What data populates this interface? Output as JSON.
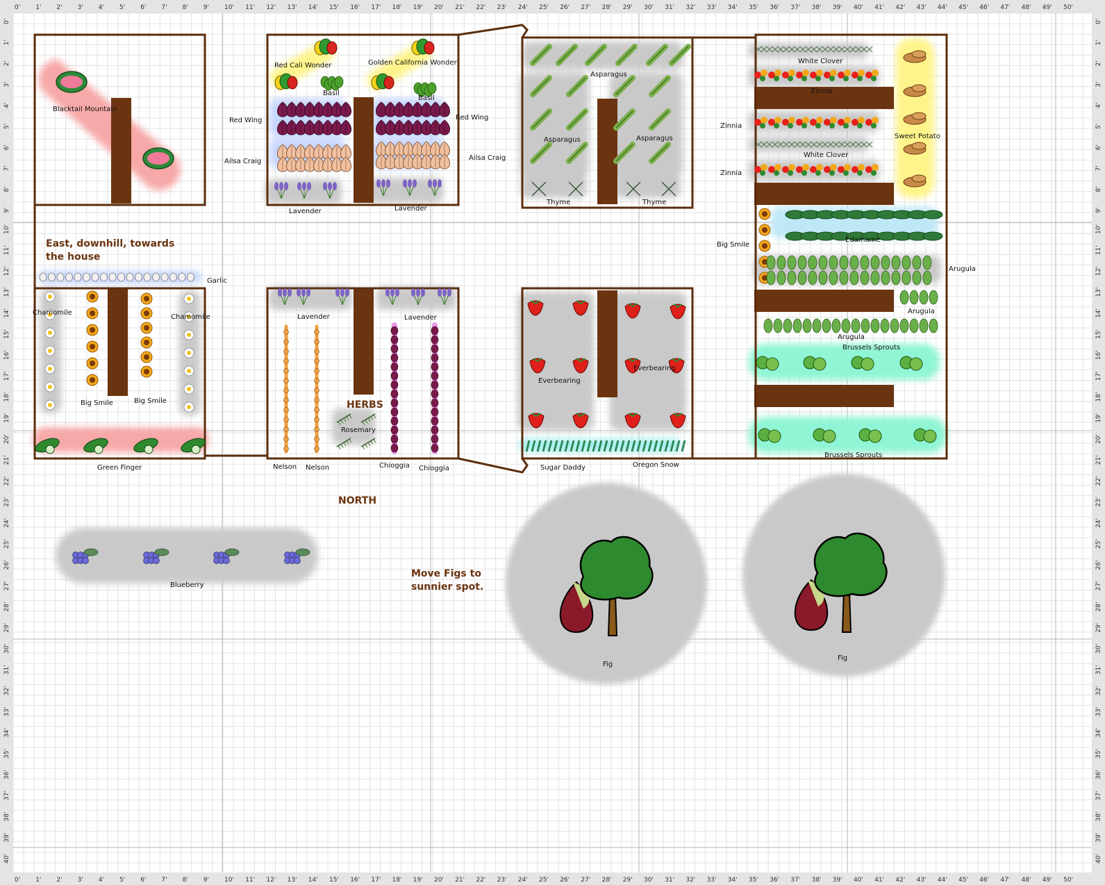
{
  "ruler": {
    "columns": [
      "0'",
      "1'",
      "2'",
      "3'",
      "4'",
      "5'",
      "6'",
      "7'",
      "8'",
      "9'",
      "10'",
      "11'",
      "12'",
      "13'",
      "14'",
      "15'",
      "16'",
      "17'",
      "18'",
      "19'",
      "20'",
      "21'",
      "22'",
      "23'",
      "24'",
      "25'",
      "26'",
      "27'",
      "28'",
      "29'",
      "30'",
      "31'",
      "32'",
      "33'",
      "34'",
      "35'",
      "36'",
      "37'",
      "38'",
      "39'",
      "40'",
      "41'",
      "42'",
      "43'",
      "44'",
      "45'",
      "46'",
      "47'",
      "48'",
      "49'",
      "50'"
    ],
    "rows": [
      "0'",
      "1'",
      "2'",
      "3'",
      "4'",
      "5'",
      "6'",
      "7'",
      "8'",
      "9'",
      "10'",
      "11'",
      "12'",
      "13'",
      "14'",
      "15'",
      "16'",
      "17'",
      "18'",
      "19'",
      "20'",
      "21'",
      "22'",
      "23'",
      "24'",
      "25'",
      "26'",
      "27'",
      "28'",
      "29'",
      "30'",
      "31'",
      "32'",
      "33'",
      "34'",
      "35'",
      "36'",
      "37'",
      "38'",
      "39'",
      "40'"
    ]
  },
  "notes": {
    "east_line1": "East, downhill, towards",
    "east_line2": "the house",
    "herbs": "HERBS",
    "north": "NORTH",
    "move_line1": "Move Figs to",
    "move_line2": "sunnier spot."
  },
  "plants": {
    "blacktail": "Blacktail Mountain",
    "red_cali": "Red Cali Wonder",
    "golden_cal": "Golden California Wonder",
    "basil": "Basil",
    "red_wing": "Red Wing",
    "ailsa": "Ailsa Craig",
    "ailsa_alt": "Ailsa Craig",
    "lavender": "Lavender",
    "garlic": "Garlic",
    "chamomile": "Chamomile",
    "big_smile": "Big Smile",
    "green_finger": "Green Finger",
    "rosemary": "Rosemary",
    "nelson": "Nelson",
    "chioggia": "Chioggia",
    "asparagus": "Asparagus",
    "thyme": "Thyme",
    "everbearing": "Everbearing",
    "sugar_daddy": "Sugar Daddy",
    "oregon_snow": "Oregon Snow",
    "white_clover": "White Clover",
    "zinnia": "Zinnia",
    "sweet_potato": "Sweet Potato",
    "edamame": "Edamame",
    "arugula": "Arugula",
    "brussels": "Brussels Sprouts",
    "blueberry": "Blueberry",
    "fig": "Fig"
  },
  "colors": {
    "grid_bg": "#ffffff",
    "grid_line": "#c8c8c8",
    "bed_border": "#5a2d0c",
    "path": "#6b3410",
    "note_text": "#6b3410",
    "halo_red": "#f7a8a8",
    "halo_yellow": "#fff48a",
    "halo_blue": "#c6d6ff",
    "halo_teal": "#8ff5d4",
    "halo_grey": "#c9c9c9"
  }
}
